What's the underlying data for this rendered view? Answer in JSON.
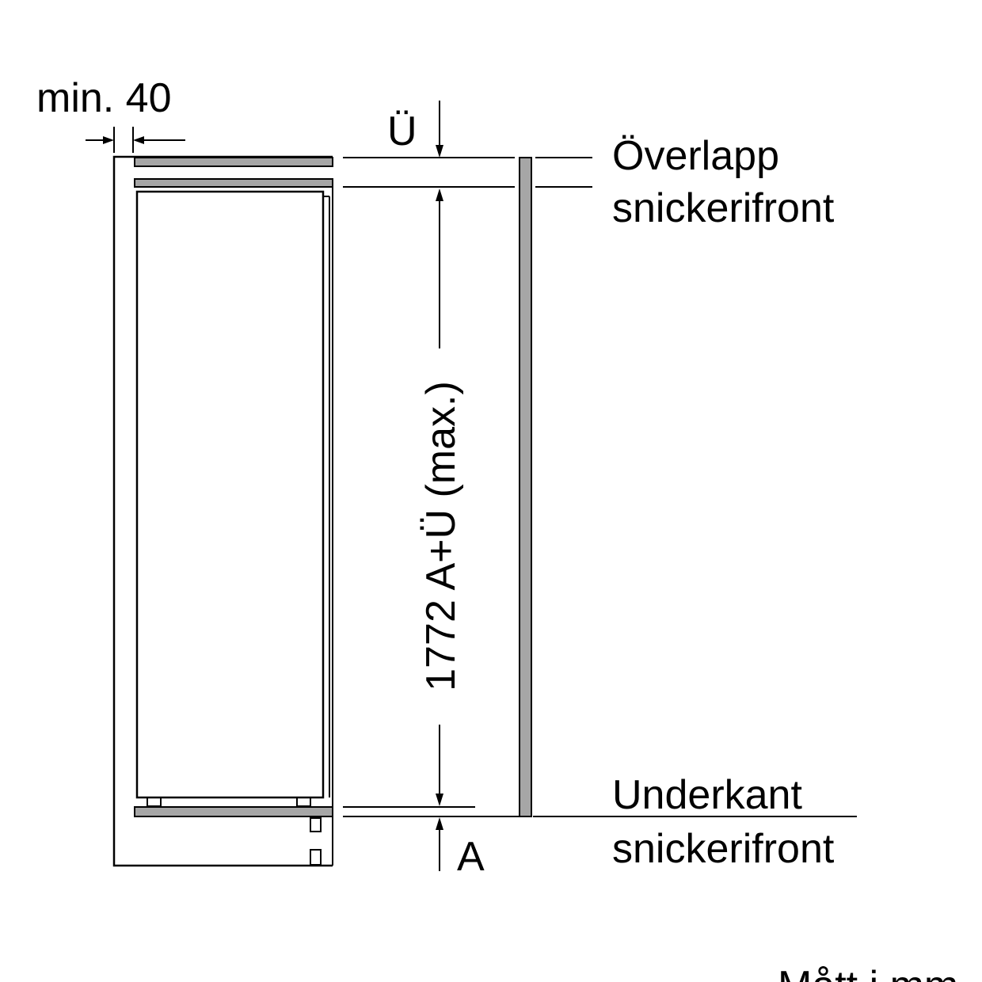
{
  "labels": {
    "min_gap": "min. 40",
    "overlap_symbol": "Ü",
    "overlap_line1": "Överlapp",
    "overlap_line2": "snickerifront",
    "height_dimension": "1772 A+Ü (max.)",
    "bottom_line1": "Underkant",
    "bottom_line2": "snickerifront",
    "a_symbol": "A",
    "units_note": "Mått i mm"
  },
  "colors": {
    "line": "#000000",
    "panel_fill": "#a6a6a6",
    "background": "#ffffff"
  }
}
